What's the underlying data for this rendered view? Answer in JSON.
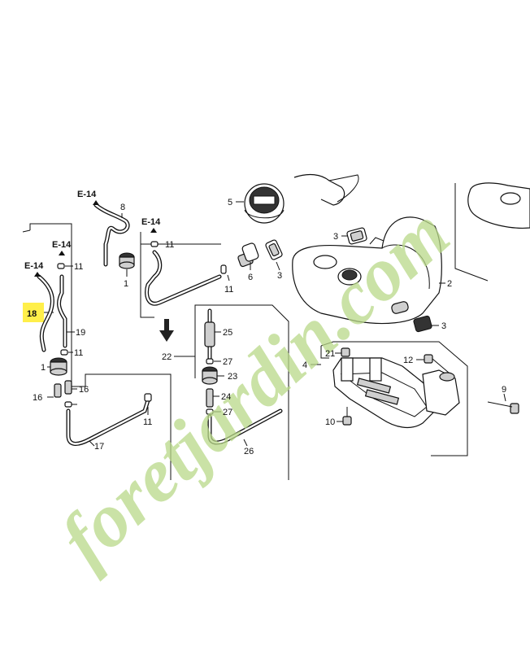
{
  "watermark": {
    "text": "foretjardin.com",
    "color": "#b9d989"
  },
  "highlight": {
    "part": "18",
    "color": "#ffef4a"
  },
  "references": [
    "E-14",
    "E-14",
    "E-14",
    "E-14"
  ],
  "callouts": [
    {
      "id": "c-1a",
      "text": "1"
    },
    {
      "id": "c-1b",
      "text": "1"
    },
    {
      "id": "c-2",
      "text": "2"
    },
    {
      "id": "c-3a",
      "text": "3"
    },
    {
      "id": "c-3b",
      "text": "3"
    },
    {
      "id": "c-3c",
      "text": "3"
    },
    {
      "id": "c-4",
      "text": "4"
    },
    {
      "id": "c-5",
      "text": "5"
    },
    {
      "id": "c-6",
      "text": "6"
    },
    {
      "id": "c-8",
      "text": "8"
    },
    {
      "id": "c-9",
      "text": "9"
    },
    {
      "id": "c-10",
      "text": "10"
    },
    {
      "id": "c-11a",
      "text": "11"
    },
    {
      "id": "c-11b",
      "text": "11"
    },
    {
      "id": "c-11c",
      "text": "11"
    },
    {
      "id": "c-11d",
      "text": "11"
    },
    {
      "id": "c-11e",
      "text": "11"
    },
    {
      "id": "c-12",
      "text": "12"
    },
    {
      "id": "c-16a",
      "text": "16"
    },
    {
      "id": "c-16b",
      "text": "16"
    },
    {
      "id": "c-17",
      "text": "17"
    },
    {
      "id": "c-18",
      "text": "18"
    },
    {
      "id": "c-19",
      "text": "19"
    },
    {
      "id": "c-21",
      "text": "21"
    },
    {
      "id": "c-22",
      "text": "22"
    },
    {
      "id": "c-23",
      "text": "23"
    },
    {
      "id": "c-24",
      "text": "24"
    },
    {
      "id": "c-25",
      "text": "25"
    },
    {
      "id": "c-26",
      "text": "26"
    },
    {
      "id": "c-27a",
      "text": "27"
    },
    {
      "id": "c-27b",
      "text": "27"
    }
  ]
}
